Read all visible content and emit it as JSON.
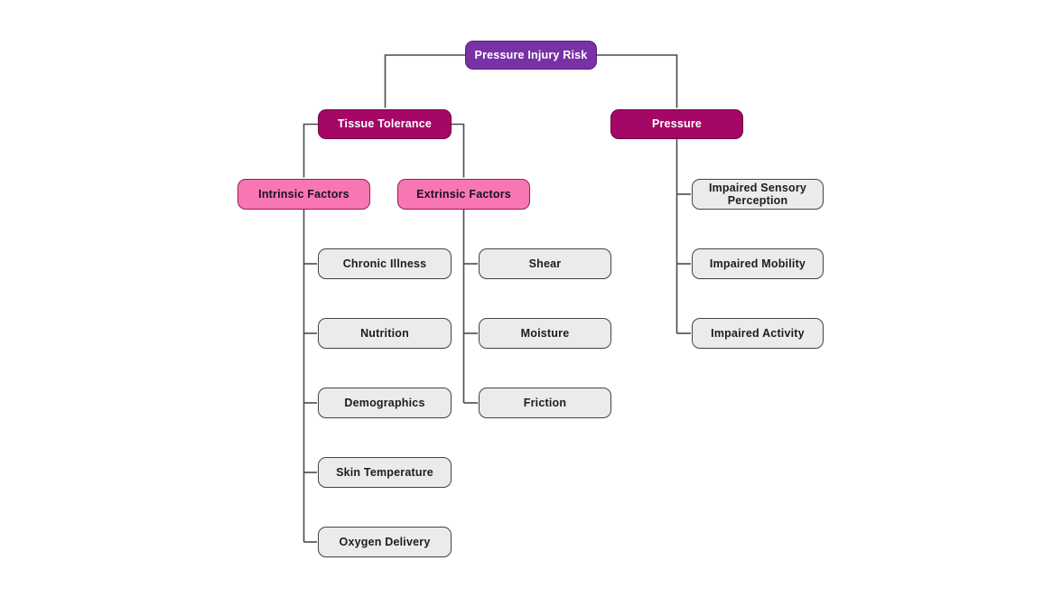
{
  "colors": {
    "root_fill": "#7832a5",
    "root_border": "#581b82",
    "branch_fill": "#a50767",
    "branch_border": "#6e0743",
    "factor_fill": "#f877b3",
    "factor_border": "#8f2055",
    "leaf_fill": "#ebebeb",
    "leaf_border": "#454545",
    "line": "#4a4950"
  },
  "nodes": {
    "root": "Pressure Injury Risk",
    "tissue_tolerance": "Tissue Tolerance",
    "pressure": "Pressure",
    "intrinsic": "Intrinsic Factors",
    "extrinsic": "Extrinsic Factors",
    "intrinsic_children": [
      "Chronic Illness",
      "Nutrition",
      "Demographics",
      "Skin Temperature",
      "Oxygen Delivery"
    ],
    "extrinsic_children": [
      "Shear",
      "Moisture",
      "Friction"
    ],
    "pressure_children": [
      "Impaired Sensory Perception",
      "Impaired Mobility",
      "Impaired Activity"
    ]
  }
}
